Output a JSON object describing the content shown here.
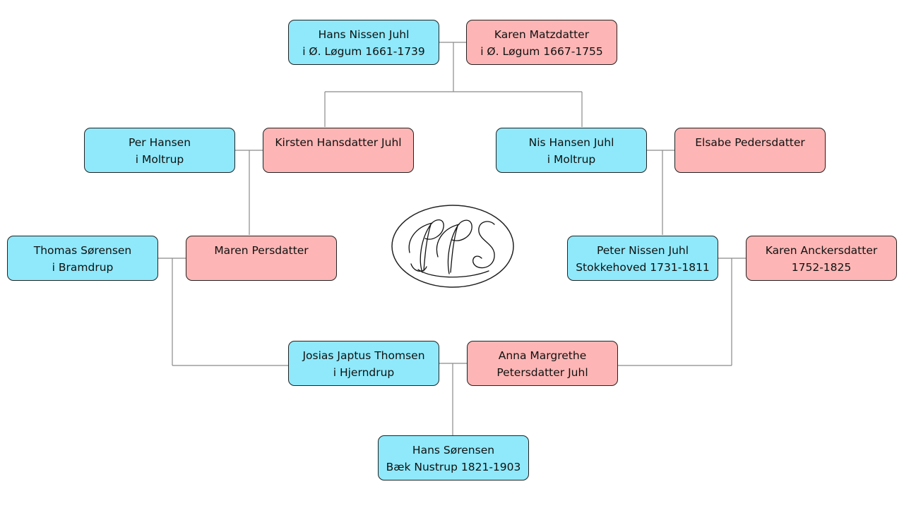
{
  "colors": {
    "male": "#8fe9fb",
    "female": "#fdb6b5",
    "line": "#8a8a8a",
    "border": "#222222"
  },
  "monogram": {
    "icon": "pps-monogram",
    "letters": "PPS"
  },
  "people": {
    "hans_nissen_juhl": {
      "line1": "Hans Nissen Juhl",
      "line2": "i Ø. Løgum 1661-1739"
    },
    "karen_matzdatter": {
      "line1": "Karen Matzdatter",
      "line2": "i Ø. Løgum 1667-1755"
    },
    "per_hansen": {
      "line1": "Per Hansen",
      "line2": "i Moltrup"
    },
    "kirsten_hansdatter_juhl": {
      "line1": "Kirsten Hansdatter Juhl",
      "line2": ""
    },
    "nis_hansen_juhl": {
      "line1": "Nis Hansen Juhl",
      "line2": "i Moltrup"
    },
    "elsabe_pedersdatter": {
      "line1": "Elsabe Pedersdatter",
      "line2": ""
    },
    "thomas_sorensen": {
      "line1": "Thomas Sørensen",
      "line2": "i Bramdrup"
    },
    "maren_persdatter": {
      "line1": "Maren Persdatter",
      "line2": ""
    },
    "peter_nissen_juhl": {
      "line1": "Peter Nissen Juhl",
      "line2": "Stokkehoved 1731-1811"
    },
    "karen_anckersdatter": {
      "line1": "Karen Anckersdatter",
      "line2": "1752-1825"
    },
    "josias_japtus_thomsen": {
      "line1": "Josias Japtus Thomsen",
      "line2": "i Hjerndrup"
    },
    "anna_margrethe": {
      "line1": "Anna Margrethe",
      "line2": "Petersdatter Juhl"
    },
    "hans_sorensen": {
      "line1": "Hans Sørensen",
      "line2": "Bæk Nustrup 1821-1903"
    }
  }
}
